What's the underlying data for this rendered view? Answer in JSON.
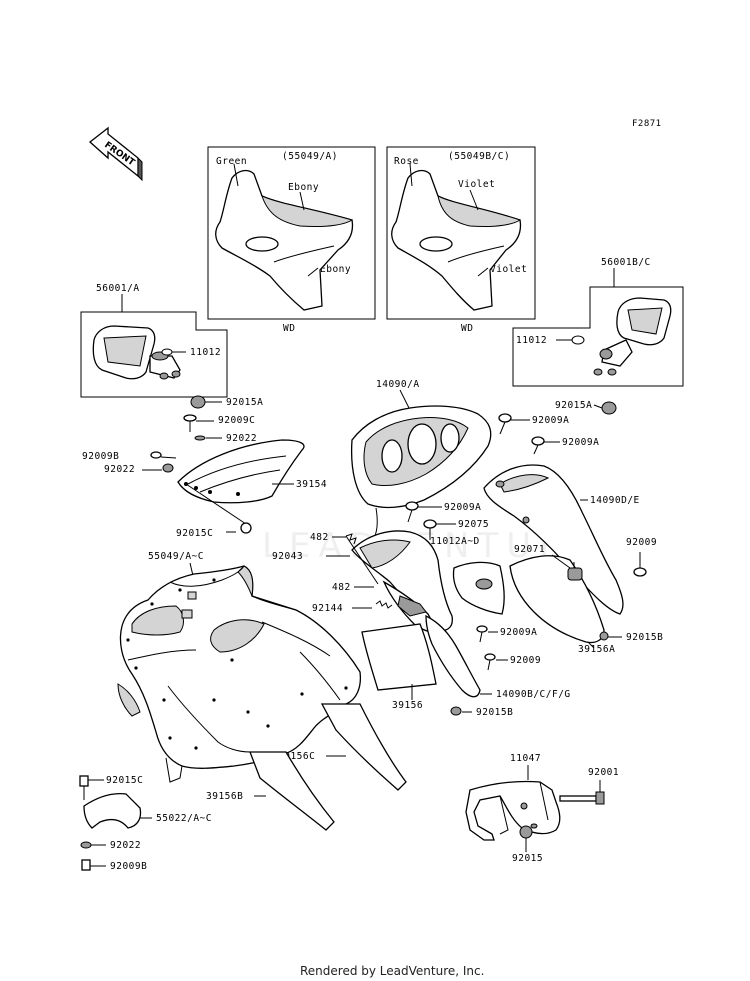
{
  "figure_code": "F2871",
  "front_arrow": "FRONT",
  "watermark": "LEADVENTURE",
  "footer": "Rendered by LeadVenture, Inc.",
  "inset_left": {
    "code": "(55049/A)",
    "variant": "WD",
    "colors": [
      "Green",
      "Ebony",
      "Ebony"
    ]
  },
  "inset_right": {
    "code": "(55049B/C)",
    "variant": "WD",
    "colors": [
      "Rose",
      "Violet",
      "Violet"
    ]
  },
  "mirror_left": {
    "code": "56001/A",
    "parts": [
      "11012",
      "92015A"
    ]
  },
  "mirror_right": {
    "code": "56001B/C",
    "parts": [
      "11012",
      "92015A"
    ]
  },
  "labels": {
    "p92009C": "92009C",
    "p92022a": "92022",
    "p92009B": "92009B",
    "p92022b": "92022",
    "p39154": "39154",
    "p92015C": "92015C",
    "p14090A": "14090/A",
    "p92009A_1": "92009A",
    "p92009A_2": "92009A",
    "p14090DE": "14090D/E",
    "p92009A_3": "92009A",
    "p92075": "92075",
    "p11012AD": "11012A~D",
    "p482a": "482",
    "p92043": "92043",
    "p55049AC": "55049/A~C",
    "p482b": "482",
    "p92144": "92144",
    "p92071": "92071",
    "p92009_r": "92009",
    "p92015B_r": "92015B",
    "p92009A_4": "92009A",
    "p92009_c": "92009",
    "p39156A": "39156A",
    "p14090BCFG": "14090B/C/F/G",
    "p39156": "39156",
    "p92015B_c": "92015B",
    "p11047": "11047",
    "p92001": "92001",
    "p39156C": "39156C",
    "p92015C_b": "92015C",
    "p39156B": "39156B",
    "p55022AC": "55022/A~C",
    "p92022c": "92022",
    "p92009B_b": "92009B",
    "p92015": "92015"
  }
}
